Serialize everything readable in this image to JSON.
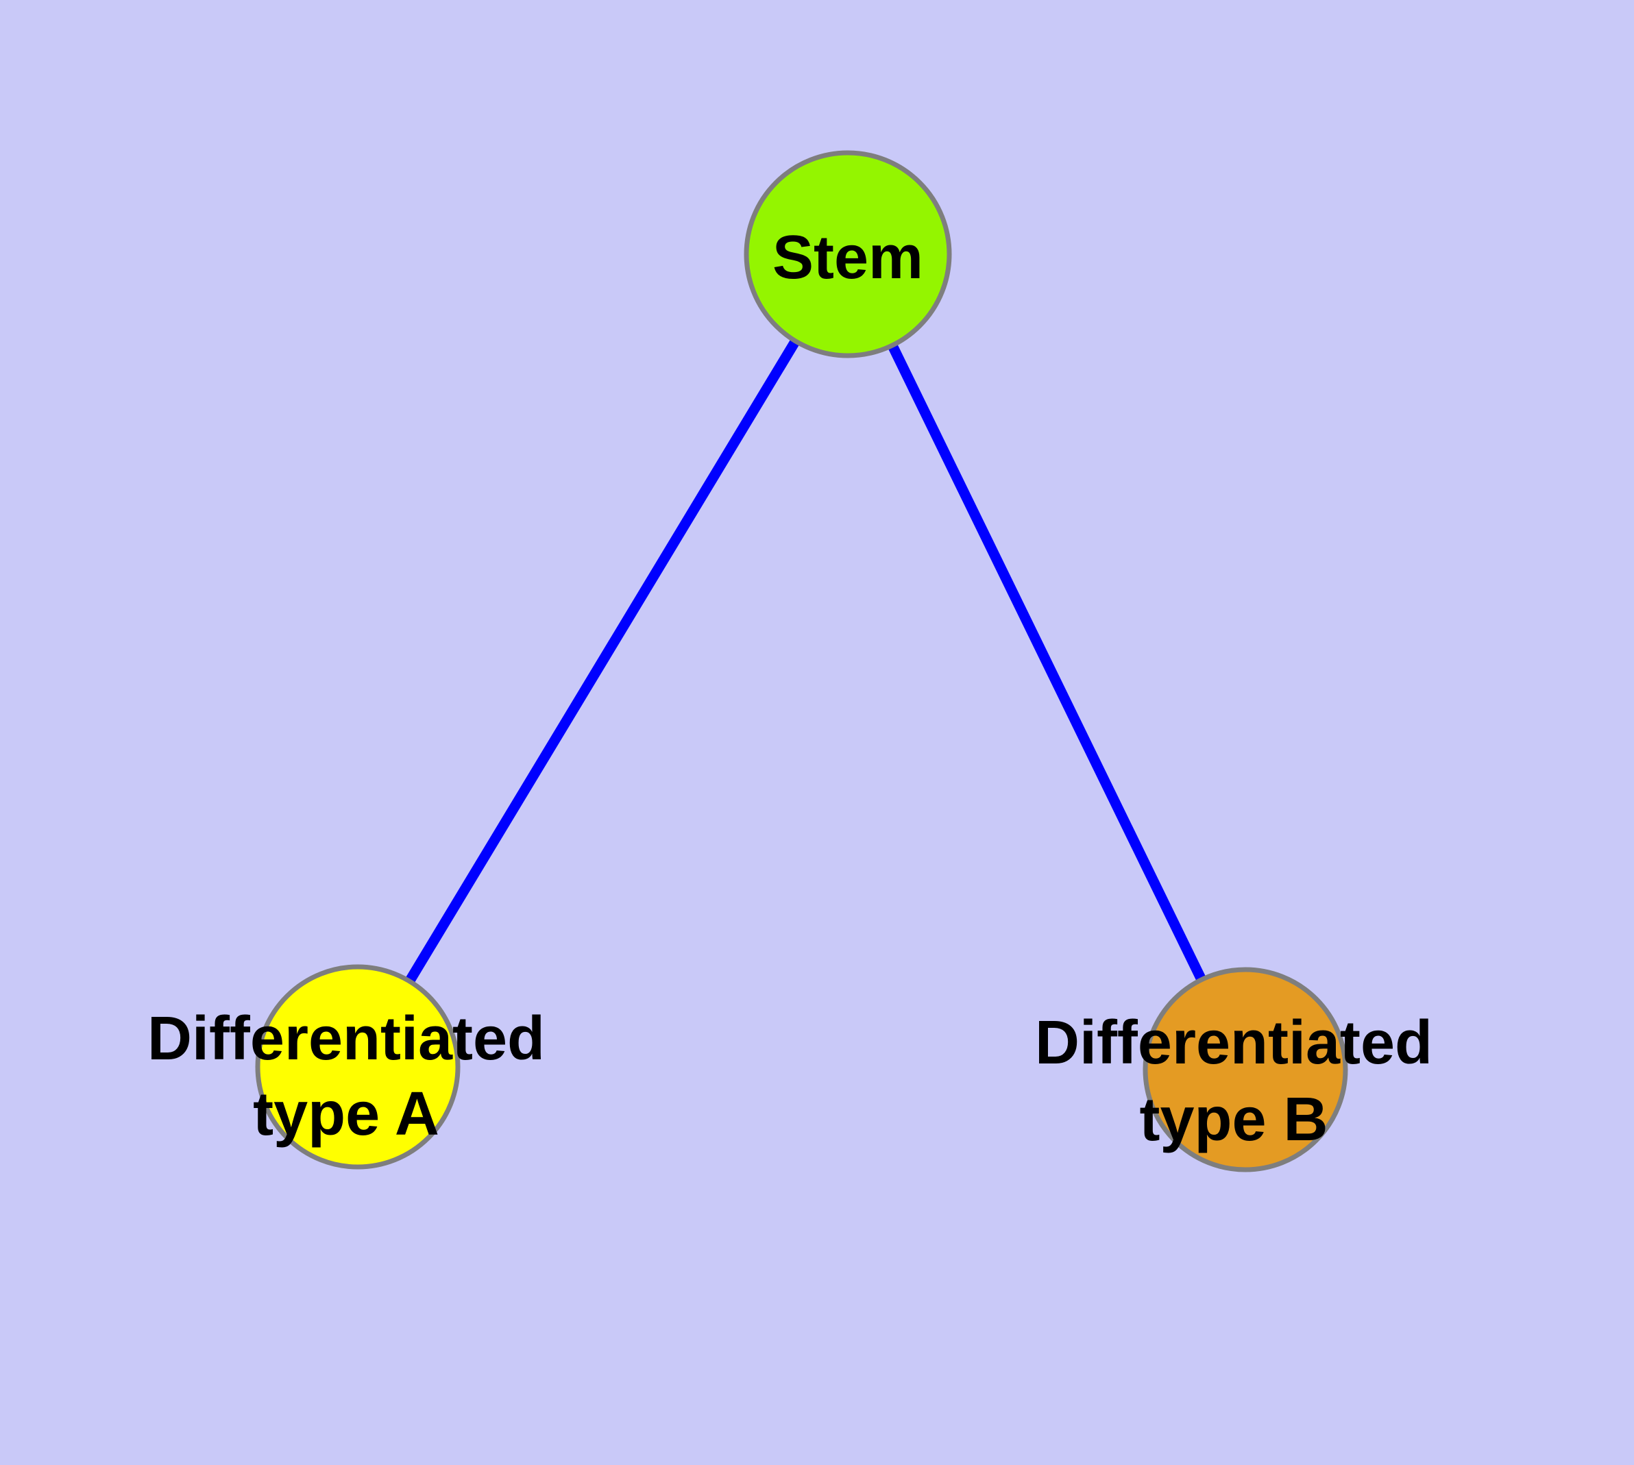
{
  "canvas": {
    "background": "#C9C9F8"
  },
  "diagram": {
    "type": "node-link tree (cell differentiation hierarchy)",
    "edge_color": "#0000FF",
    "node_border_color": "#7E7E7E",
    "text_color": "#000000",
    "nodes": [
      {
        "id": "stem",
        "label": "Stem",
        "lines": [
          "Stem"
        ],
        "fill": "#94F500"
      },
      {
        "id": "differentiated-type-a",
        "label": "Differentiated type A",
        "lines": [
          "Differentiated",
          "type A"
        ],
        "fill": "#FFFF00"
      },
      {
        "id": "differentiated-type-b",
        "label": "Differentiated type B",
        "lines": [
          "Differentiated",
          "type B"
        ],
        "fill": "#E49B23"
      }
    ],
    "edges": [
      {
        "from": "Stem",
        "to": "Differentiated type A"
      },
      {
        "from": "Stem",
        "to": "Differentiated type B"
      }
    ]
  }
}
